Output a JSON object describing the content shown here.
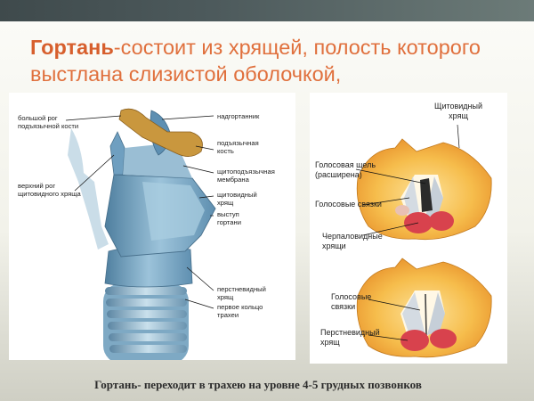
{
  "headline": {
    "bold": "Гортань",
    "rest": "-состоит из хрящей, полость которого выстлана слизистой оболочкой,"
  },
  "left_labels": {
    "greater_horn_hyoid": [
      "большой рог",
      "подъязычной кости"
    ],
    "epiglottis": "надгортанник",
    "hyoid_bone": [
      "подъязычная",
      "кость"
    ],
    "thyrohyoid_membrane": [
      "щитоподъязычная",
      "мембрана"
    ],
    "thyroid_cartilage": [
      "щитовидный",
      "хрящ"
    ],
    "superior_horn_thyroid": [
      "верхний рог",
      "щитовидного хряща"
    ],
    "laryngeal_prominence": [
      "выступ",
      "гортани"
    ],
    "cricoid_cartilage": [
      "перстневидный",
      "хрящ"
    ],
    "first_tracheal_ring": [
      "первое кольцо",
      "трахеи"
    ]
  },
  "right_labels": {
    "thyroid_cartilage": [
      "Щитовидный",
      "хрящ"
    ],
    "glottis_dilated": [
      "Голосовая щель",
      "(расширена)"
    ],
    "vocal_cords_top": "Голосовые связки",
    "arytenoid_cartilages": [
      "Черпаловидные",
      "хрящи"
    ],
    "vocal_cords_bottom": [
      "Голосовые",
      "связки"
    ],
    "cricoid_cartilage": [
      "Перстневидный",
      "хрящ"
    ]
  },
  "caption": "Гортань- переходит в трахею на уровне 4-5 грудных позвонков",
  "colors": {
    "headline": "#e0703d",
    "cartilage_blue": "#6f9fc0",
    "bone_gold": "#c9973e",
    "cartilage_orange": "#f3a83a",
    "muscle_red": "#d8424d"
  }
}
